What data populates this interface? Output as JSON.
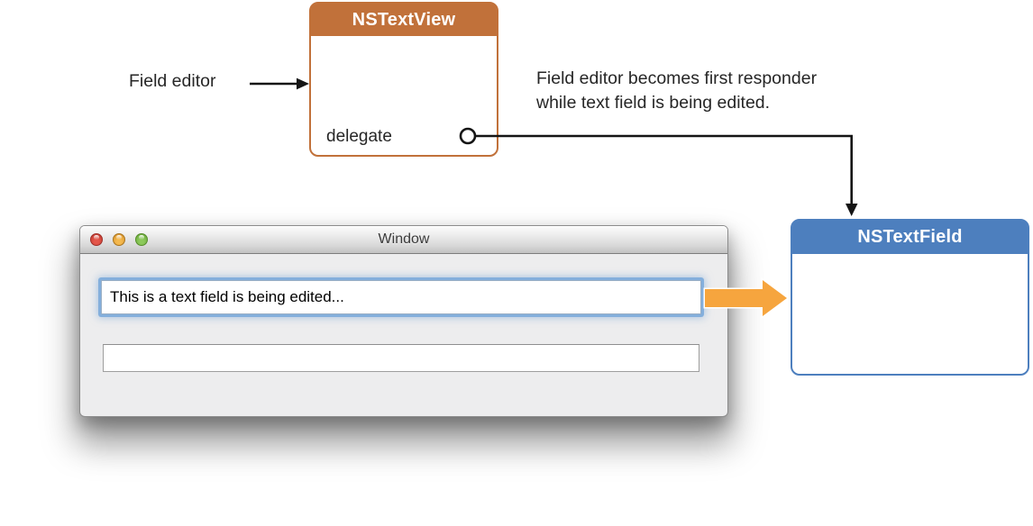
{
  "diagram": {
    "nstextview_box": {
      "title": "NSTextView",
      "port_label": "delegate",
      "header_color": "#C1713A"
    },
    "nstextfield_box": {
      "title": "NSTextField",
      "header_color": "#4D7FBE"
    },
    "labels": {
      "field_editor": "Field editor",
      "annotation": {
        "lines": [
          "Field editor becomes first responder",
          "while text field is being edited."
        ]
      }
    },
    "colors": {
      "connector_line": "#151515",
      "highlight_arrow": "#F6A53E",
      "highlight_arrow_outline": "#FFFFFF"
    }
  },
  "window": {
    "title": "Window",
    "traffic_lights": [
      {
        "name": "close",
        "color": "#DD5044"
      },
      {
        "name": "minimize",
        "color": "#EFAE3D"
      },
      {
        "name": "zoom",
        "color": "#7FC04E"
      }
    ],
    "edited_text_field": {
      "value": "This is a text field is being edited...",
      "state": "focused"
    },
    "empty_text_field": {
      "value": ""
    }
  }
}
